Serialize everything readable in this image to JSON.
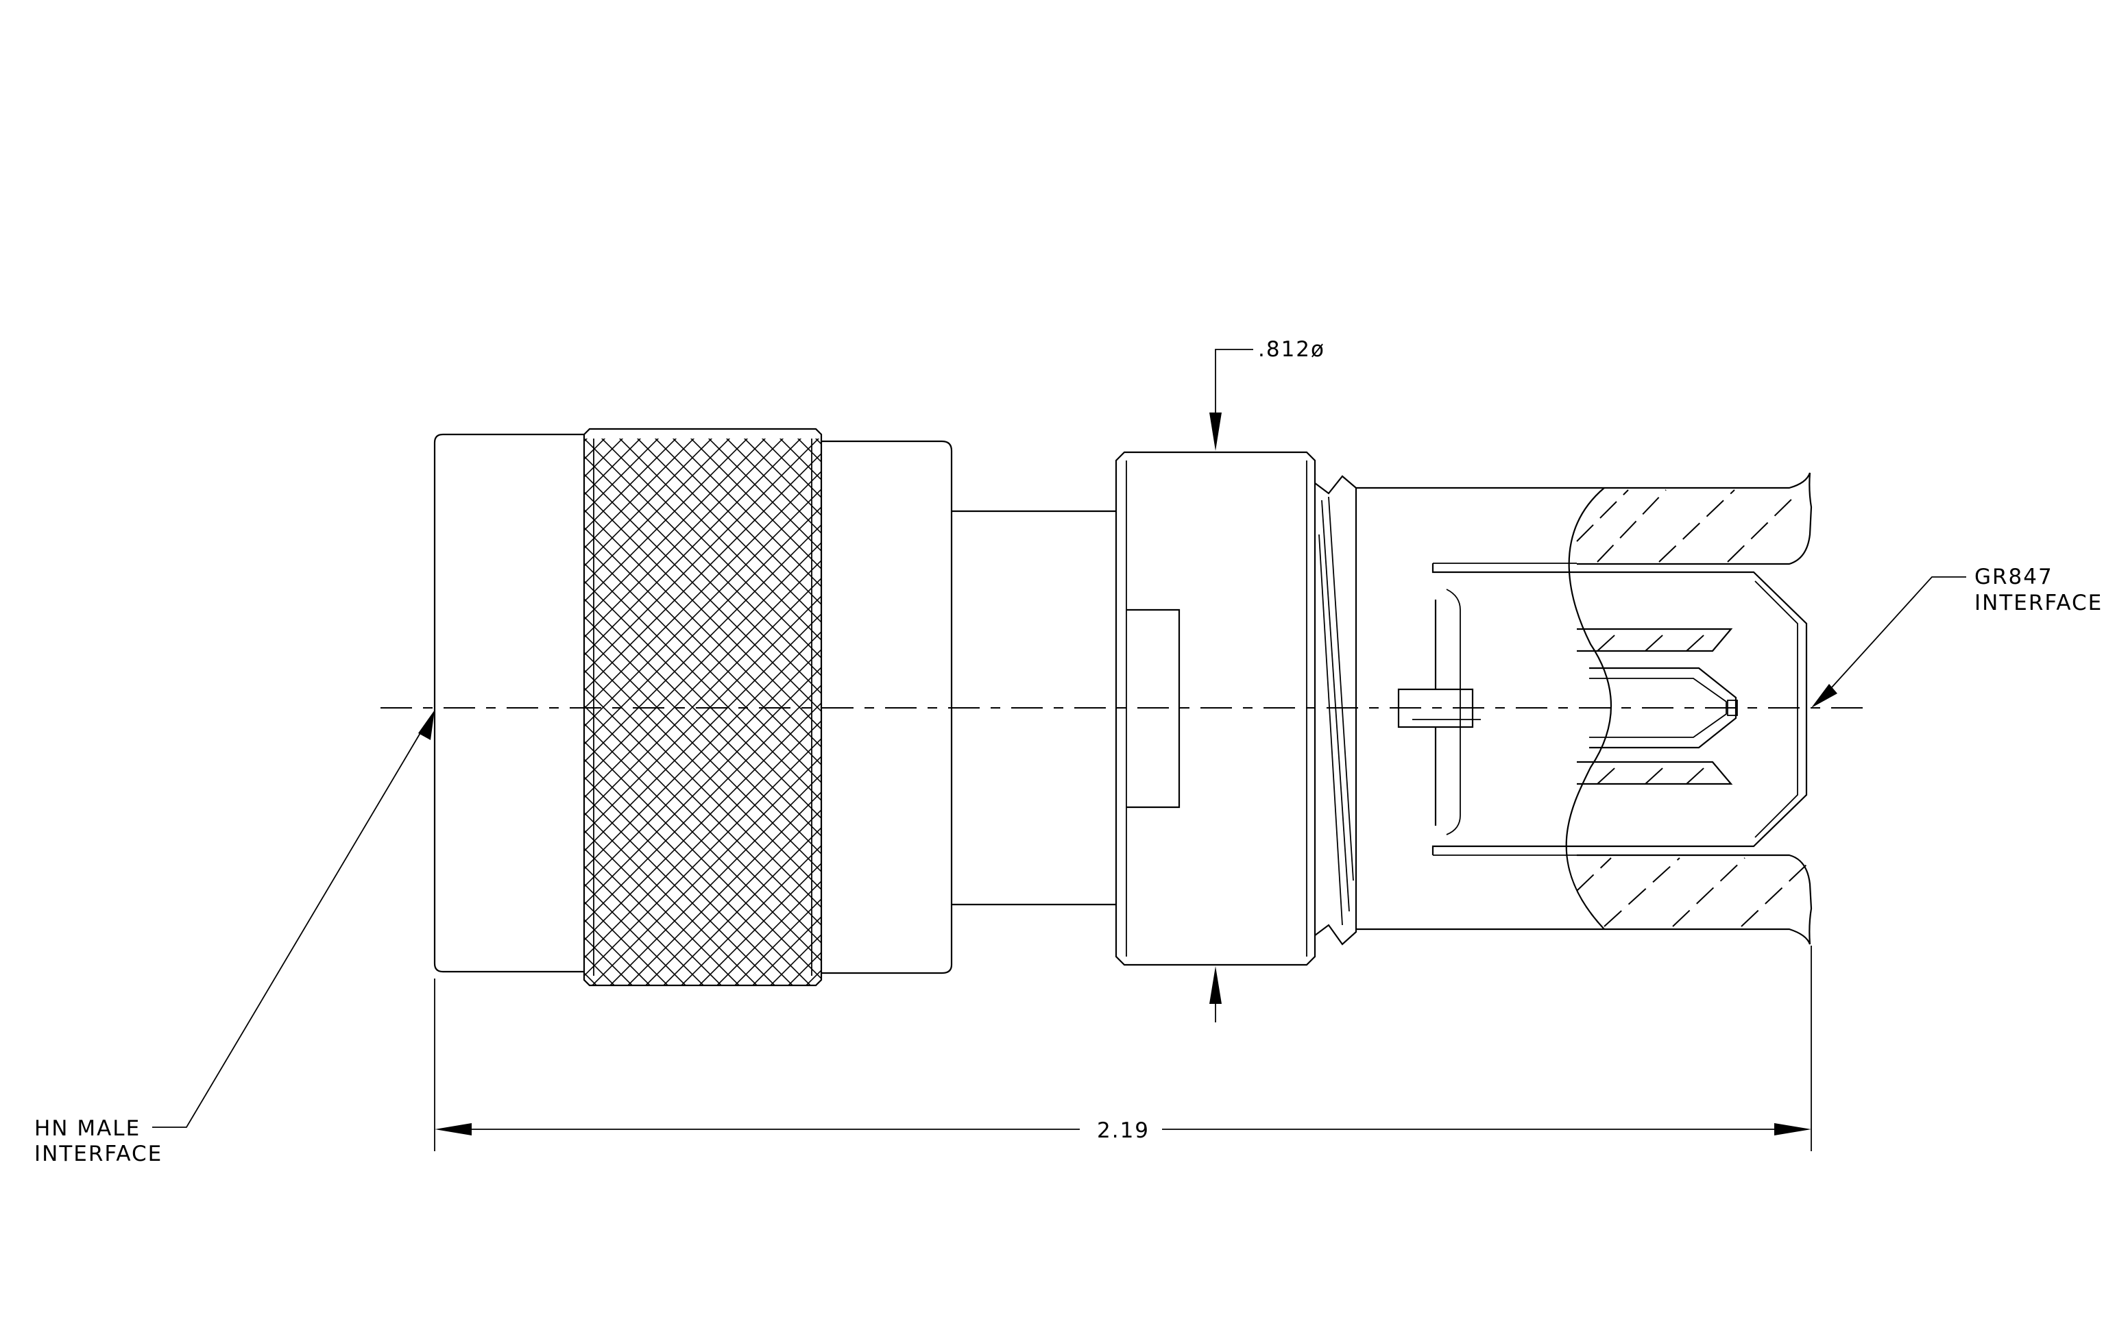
{
  "labels": {
    "diameter": ".812ø",
    "left_interface": [
      "HN  MALE",
      "INTERFACE"
    ],
    "right_interface": [
      "GR847",
      "INTERFACE"
    ],
    "length": "2.19"
  },
  "colors": {
    "line": "#000000",
    "background": "#ffffff"
  }
}
